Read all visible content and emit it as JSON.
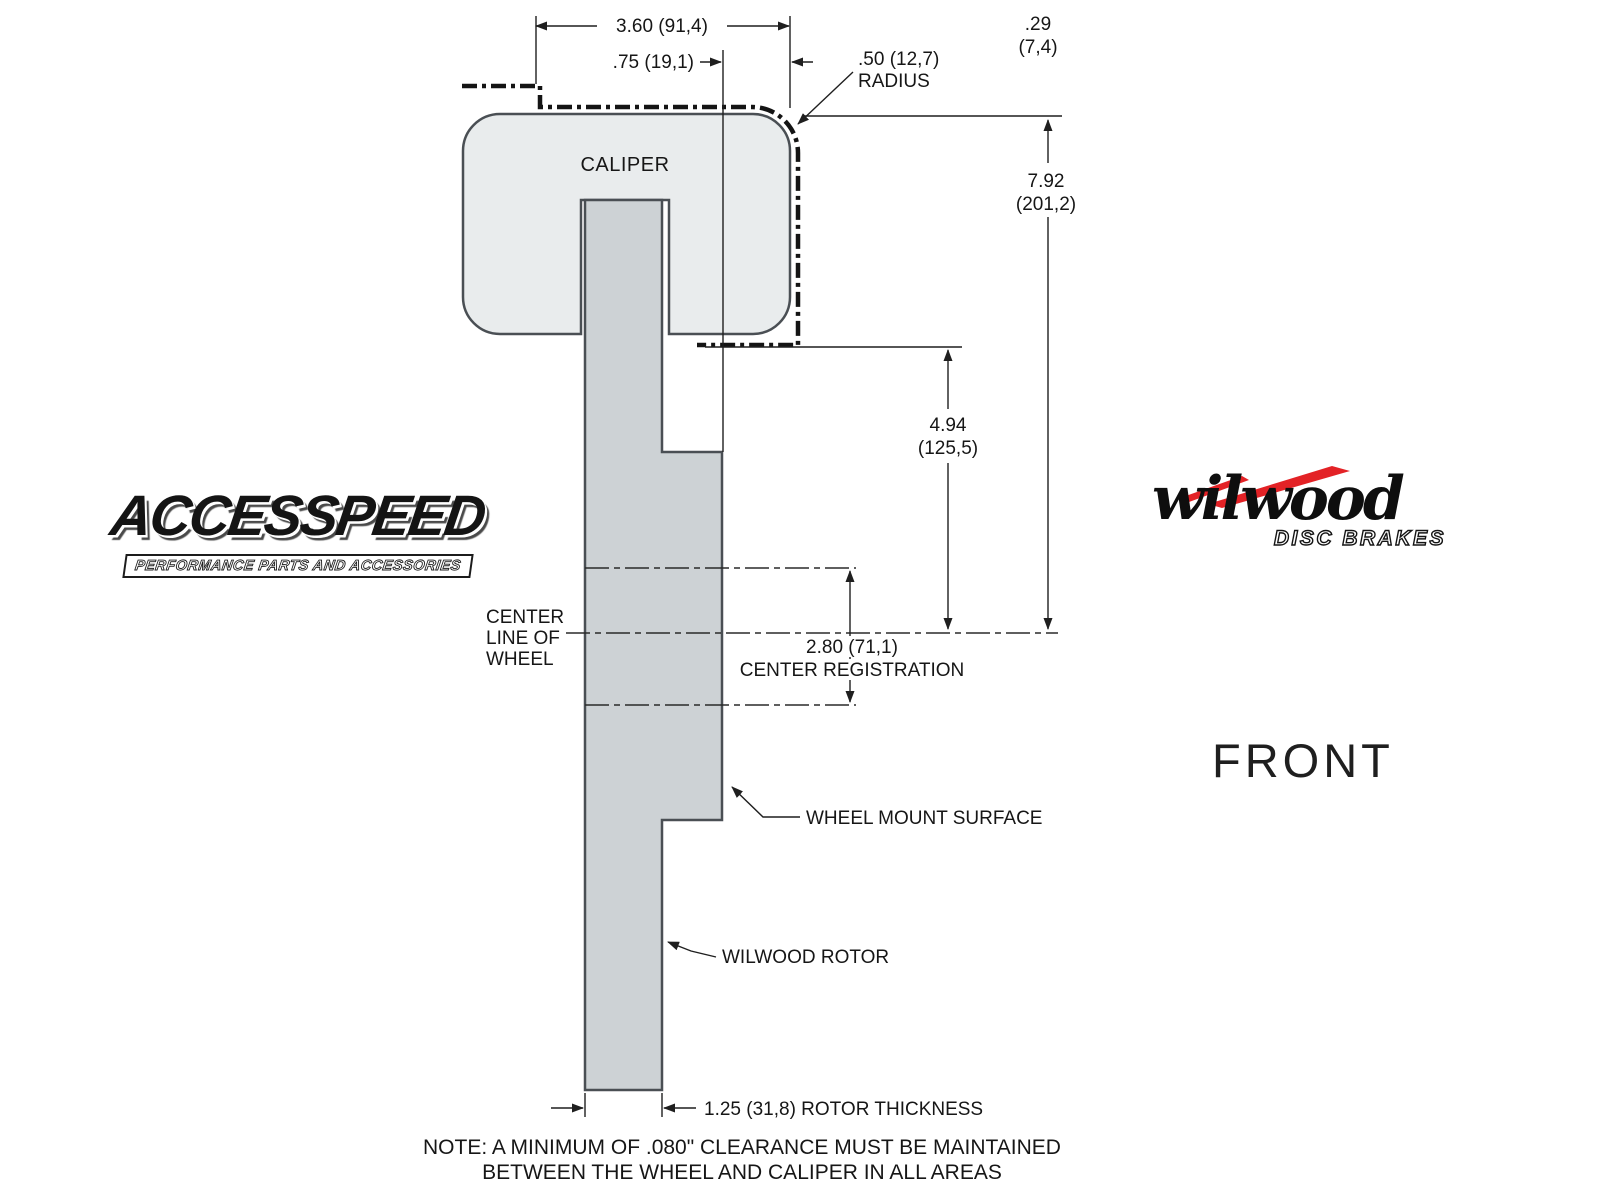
{
  "colors": {
    "caliper_fill": "#e9eced",
    "rotor_fill": "#cdd2d5",
    "line": "#1f1f1f",
    "wilwood_red": "#e32226"
  },
  "diagram": {
    "caliper_label": "CALIPER",
    "dims": {
      "total_width": "3.60 (91,4)",
      "caliper_offset": ".75 (19,1)",
      "radius_value": ".50 (12,7)",
      "radius_word": "RADIUS",
      "clearance_in": ".29",
      "clearance_mm": "(7,4)",
      "overall_height_in": "7.92",
      "overall_height_mm": "(201,2)",
      "caliper_to_center_in": "4.94",
      "caliper_to_center_mm": "(125,5)",
      "center_registration_value": "2.80 (71,1)",
      "center_registration_label": "CENTER REGISTRATION",
      "rotor_thickness_label": "1.25 (31,8) ROTOR THICKNESS"
    },
    "callouts": {
      "center_line_1": "CENTER",
      "center_line_2": "LINE OF",
      "center_line_3": "WHEEL",
      "wheel_mount_surface": "WHEEL MOUNT SURFACE",
      "wilwood_rotor": "WILWOOD ROTOR"
    },
    "note_line1": "NOTE: A MINIMUM OF .080\" CLEARANCE MUST BE MAINTAINED",
    "note_line2": "BETWEEN THE WHEEL AND CALIPER IN ALL AREAS",
    "front_label": "FRONT"
  },
  "logos": {
    "accesspeed": {
      "name": "ACCESSPEED",
      "tagline": "PERFORMANCE PARTS AND ACCESSORIES"
    },
    "wilwood": {
      "name": "wilwood",
      "sub": "DISC BRAKES"
    }
  }
}
